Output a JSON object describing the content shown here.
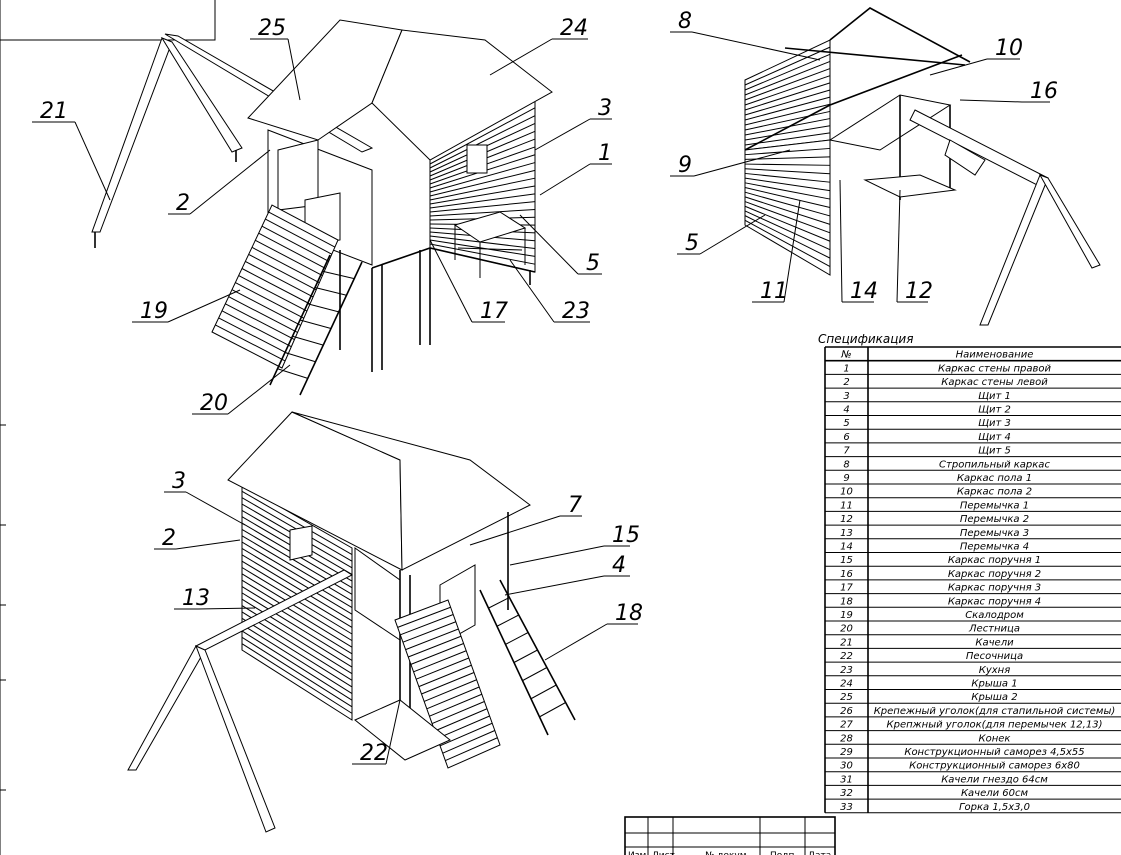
{
  "drawing": {
    "view1_labels": [
      "25",
      "24",
      "21",
      "3",
      "1",
      "2",
      "5",
      "19",
      "17",
      "23",
      "20"
    ],
    "view2_labels": [
      "8",
      "10",
      "16",
      "9",
      "5",
      "11",
      "14",
      "12"
    ],
    "view3_labels": [
      "3",
      "2",
      "7",
      "15",
      "13",
      "4",
      "18",
      "22"
    ]
  },
  "spec": {
    "title": "Спецификация",
    "headers": [
      "№",
      "Наименование"
    ],
    "rows": [
      [
        "1",
        "Каркас стены правой"
      ],
      [
        "2",
        "Каркас стены левой"
      ],
      [
        "3",
        "Щит 1"
      ],
      [
        "4",
        "Щит 2"
      ],
      [
        "5",
        "Щит 3"
      ],
      [
        "6",
        "Щит 4"
      ],
      [
        "7",
        "Щит 5"
      ],
      [
        "8",
        "Стропильный каркас"
      ],
      [
        "9",
        "Каркас пола 1"
      ],
      [
        "10",
        "Каркас пола 2"
      ],
      [
        "11",
        "Перемычка 1"
      ],
      [
        "12",
        "Перемычка 2"
      ],
      [
        "13",
        "Перемычка 3"
      ],
      [
        "14",
        "Перемычка 4"
      ],
      [
        "15",
        "Каркас поручня 1"
      ],
      [
        "16",
        "Каркас поручня 2"
      ],
      [
        "17",
        "Каркас поручня 3"
      ],
      [
        "18",
        "Каркас поручня 4"
      ],
      [
        "19",
        "Скалодром"
      ],
      [
        "20",
        "Лестница"
      ],
      [
        "21",
        "Качели"
      ],
      [
        "22",
        "Песочница"
      ],
      [
        "23",
        "Кухня"
      ],
      [
        "24",
        "Крыша 1"
      ],
      [
        "25",
        "Крыша 2"
      ],
      [
        "26",
        "Крепежный уголок(для стапильной системы)"
      ],
      [
        "27",
        "Крепжный уголок(для перемычек 12,13)"
      ],
      [
        "28",
        "Конек"
      ],
      [
        "29",
        "Конструкционный саморез 4,5х55"
      ],
      [
        "30",
        "Конструкционный саморез 6х80"
      ],
      [
        "31",
        "Качели гнездо 64см"
      ],
      [
        "32",
        "Качели 60см"
      ],
      [
        "33",
        "Горка 1,5х3,0"
      ]
    ]
  },
  "title_block": {
    "cols": [
      "Изм",
      "Лист",
      "№ докум.",
      "Подп.",
      "Дата"
    ]
  }
}
